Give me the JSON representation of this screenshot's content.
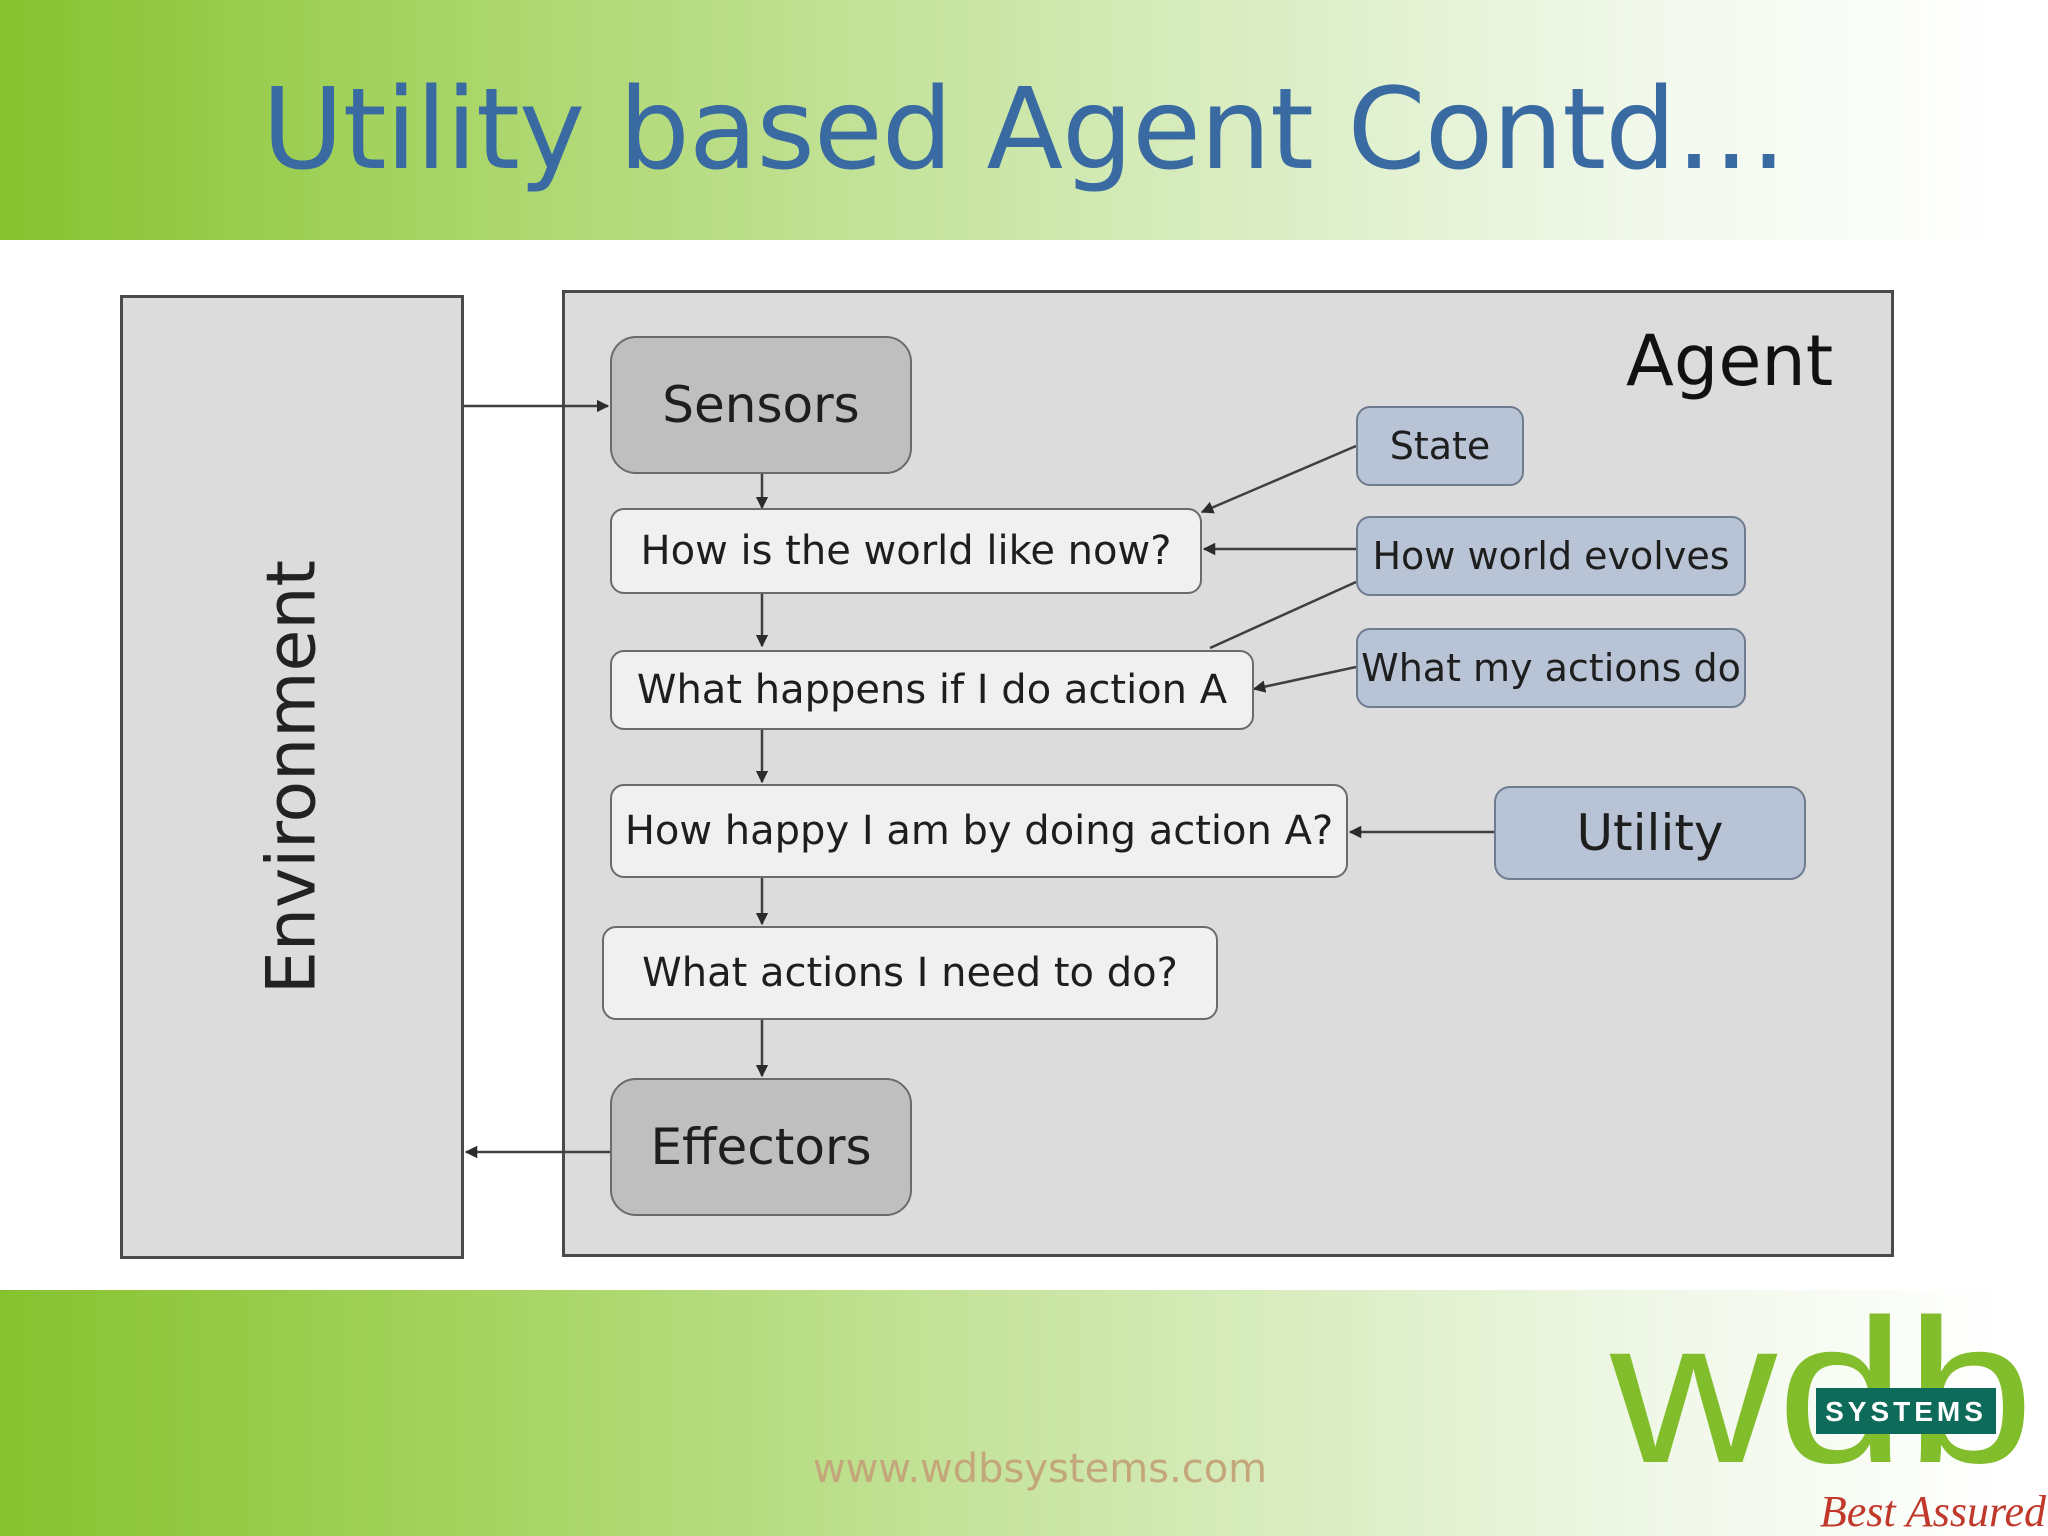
{
  "slide": {
    "title": "Utility based Agent Contd…",
    "footer_url": "www.wdbsystems.com"
  },
  "diagram": {
    "environment_label": "Environment",
    "agent_label": "Agent",
    "nodes": {
      "sensors": "Sensors",
      "world_now": "How is the world like now?",
      "what_happens": "What happens if I do action A",
      "how_happy": "How happy I am by doing action A?",
      "what_actions": "What actions I need to do?",
      "effectors": "Effectors",
      "state": "State",
      "world_evolves": "How world evolves",
      "my_actions": "What my actions do",
      "utility": "Utility"
    }
  },
  "logo": {
    "letters": "wdb",
    "badge": "SYSTEMS",
    "tagline": "Best Assured"
  },
  "colors": {
    "brand_green": "#86c22f",
    "title_blue": "#3a6aa2",
    "node_blue": "#b8c4d6"
  }
}
